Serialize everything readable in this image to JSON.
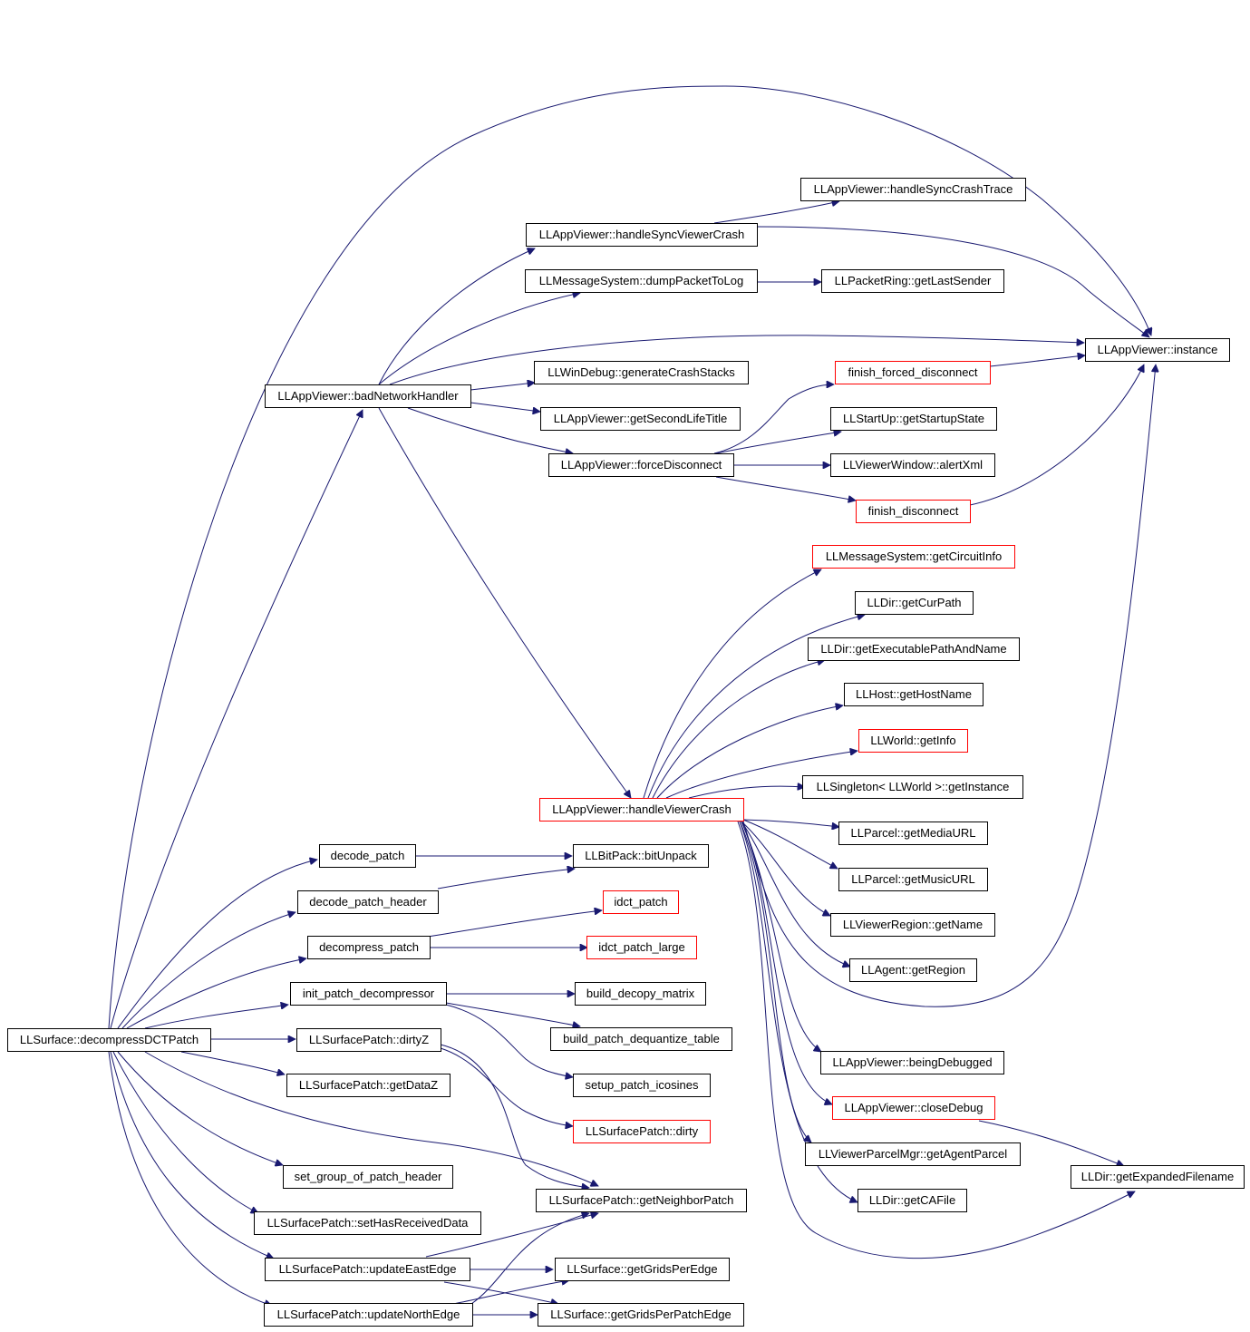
{
  "colors": {
    "edge": "#191970",
    "border_default": "#000000",
    "border_incomplete": "#ff0000",
    "root_fill": "#bfbfbf"
  },
  "nodes": [
    {
      "id": "n0",
      "label": "LLSurface::decompressDCTPatch",
      "kind": "root"
    },
    {
      "id": "n1",
      "label": "LLAppViewer::badNetworkHandler",
      "kind": "normal"
    },
    {
      "id": "n2",
      "label": "LLAppViewer::instance",
      "kind": "normal"
    },
    {
      "id": "n3",
      "label": "LLAppViewer::handleSyncViewerCrash",
      "kind": "normal"
    },
    {
      "id": "n4",
      "label": "LLAppViewer::handleSyncCrashTrace",
      "kind": "normal"
    },
    {
      "id": "n5",
      "label": "LLMessageSystem::dumpPacketToLog",
      "kind": "normal"
    },
    {
      "id": "n6",
      "label": "LLPacketRing::getLastSender",
      "kind": "normal"
    },
    {
      "id": "n7",
      "label": "LLWinDebug::generateCrashStacks",
      "kind": "normal"
    },
    {
      "id": "n8",
      "label": "LLAppViewer::getSecondLifeTitle",
      "kind": "normal"
    },
    {
      "id": "n9",
      "label": "LLAppViewer::forceDisconnect",
      "kind": "normal"
    },
    {
      "id": "n10",
      "label": "finish_forced_disconnect",
      "kind": "incomplete"
    },
    {
      "id": "n11",
      "label": "LLStartUp::getStartupState",
      "kind": "normal"
    },
    {
      "id": "n12",
      "label": "LLViewerWindow::alertXml",
      "kind": "normal"
    },
    {
      "id": "n13",
      "label": "finish_disconnect",
      "kind": "incomplete"
    },
    {
      "id": "n14",
      "label": "LLAppViewer::handleViewerCrash",
      "kind": "incomplete"
    },
    {
      "id": "n15",
      "label": "LLMessageSystem::getCircuitInfo",
      "kind": "incomplete"
    },
    {
      "id": "n16",
      "label": "LLDir::getCurPath",
      "kind": "normal"
    },
    {
      "id": "n17",
      "label": "LLDir::getExecutablePathAndName",
      "kind": "normal"
    },
    {
      "id": "n18",
      "label": "LLHost::getHostName",
      "kind": "normal"
    },
    {
      "id": "n19",
      "label": "LLWorld::getInfo",
      "kind": "incomplete"
    },
    {
      "id": "n20",
      "label": "LLSingleton< LLWorld >::getInstance",
      "kind": "normal"
    },
    {
      "id": "n21",
      "label": "LLParcel::getMediaURL",
      "kind": "normal"
    },
    {
      "id": "n22",
      "label": "LLParcel::getMusicURL",
      "kind": "normal"
    },
    {
      "id": "n23",
      "label": "LLViewerRegion::getName",
      "kind": "normal"
    },
    {
      "id": "n24",
      "label": "LLAgent::getRegion",
      "kind": "normal"
    },
    {
      "id": "n25",
      "label": "LLAppViewer::beingDebugged",
      "kind": "normal"
    },
    {
      "id": "n26",
      "label": "LLAppViewer::closeDebug",
      "kind": "incomplete"
    },
    {
      "id": "n27",
      "label": "LLViewerParcelMgr::getAgentParcel",
      "kind": "normal"
    },
    {
      "id": "n28",
      "label": "LLDir::getCAFile",
      "kind": "normal"
    },
    {
      "id": "n29",
      "label": "LLDir::getExpandedFilename",
      "kind": "normal"
    },
    {
      "id": "n30",
      "label": "decode_patch",
      "kind": "normal"
    },
    {
      "id": "n31",
      "label": "LLBitPack::bitUnpack",
      "kind": "normal"
    },
    {
      "id": "n32",
      "label": "decode_patch_header",
      "kind": "normal"
    },
    {
      "id": "n33",
      "label": "idct_patch",
      "kind": "incomplete"
    },
    {
      "id": "n34",
      "label": "decompress_patch",
      "kind": "normal"
    },
    {
      "id": "n35",
      "label": "idct_patch_large",
      "kind": "incomplete"
    },
    {
      "id": "n36",
      "label": "init_patch_decompressor",
      "kind": "normal"
    },
    {
      "id": "n37",
      "label": "build_decopy_matrix",
      "kind": "normal"
    },
    {
      "id": "n38",
      "label": "build_patch_dequantize_table",
      "kind": "normal"
    },
    {
      "id": "n39",
      "label": "setup_patch_icosines",
      "kind": "normal"
    },
    {
      "id": "n40",
      "label": "LLSurfacePatch::dirtyZ",
      "kind": "normal"
    },
    {
      "id": "n41",
      "label": "LLSurfacePatch::dirty",
      "kind": "incomplete"
    },
    {
      "id": "n42",
      "label": "LLSurfacePatch::getDataZ",
      "kind": "normal"
    },
    {
      "id": "n43",
      "label": "set_group_of_patch_header",
      "kind": "normal"
    },
    {
      "id": "n44",
      "label": "LLSurfacePatch::getNeighborPatch",
      "kind": "normal"
    },
    {
      "id": "n45",
      "label": "LLSurfacePatch::setHasReceivedData",
      "kind": "normal"
    },
    {
      "id": "n46",
      "label": "LLSurfacePatch::updateEastEdge",
      "kind": "normal"
    },
    {
      "id": "n47",
      "label": "LLSurface::getGridsPerEdge",
      "kind": "normal"
    },
    {
      "id": "n48",
      "label": "LLSurfacePatch::updateNorthEdge",
      "kind": "normal"
    },
    {
      "id": "n49",
      "label": "LLSurface::getGridsPerPatchEdge",
      "kind": "normal"
    }
  ]
}
